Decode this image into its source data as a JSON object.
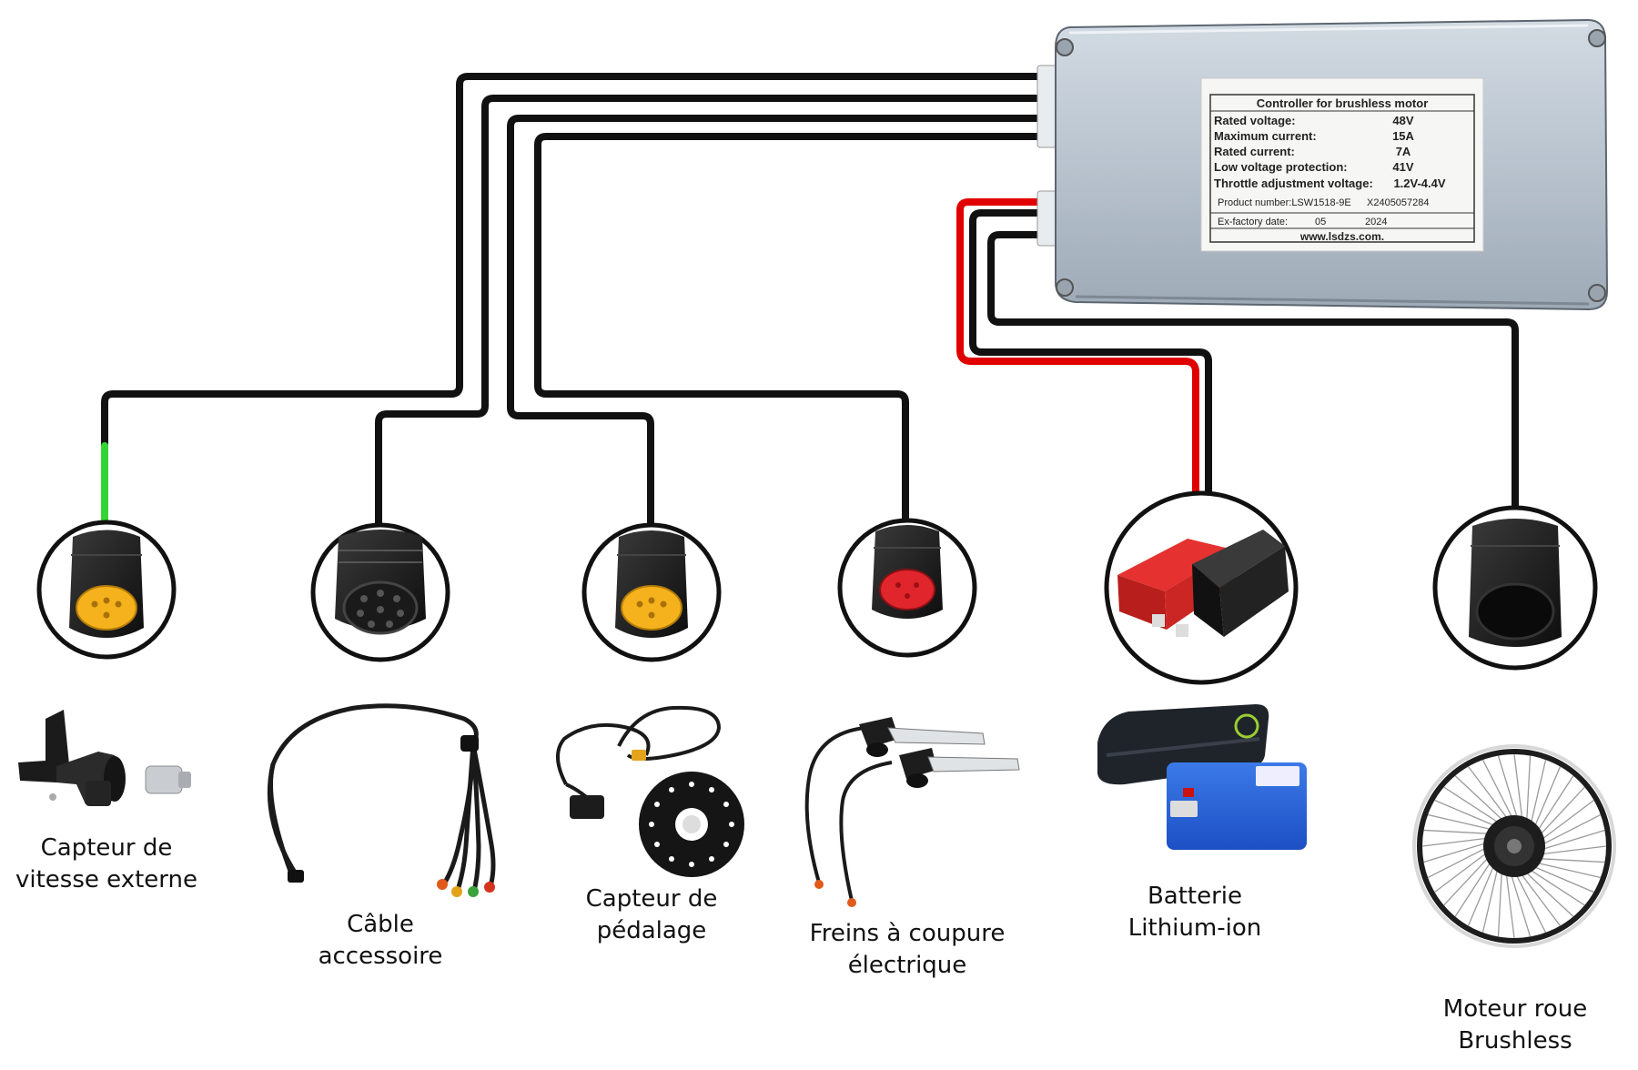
{
  "controller": {
    "label_title": "Controller for brushless motor",
    "rows": [
      {
        "name": "Rated voltage:",
        "value": "48V"
      },
      {
        "name": "Maximum current:",
        "value": "15A"
      },
      {
        "name": "Rated current:",
        "value": "7A"
      },
      {
        "name": "Low voltage protection:",
        "value": "41V"
      },
      {
        "name": "Throttle adjustment voltage:",
        "value": "1.2V-4.4V"
      }
    ],
    "product_number": "Product number:LSW1518-9E",
    "serial": "X2405057284",
    "exfactory_label": "Ex-factory date:",
    "exfactory_month": "05",
    "exfactory_year": "2024",
    "website": "www.lsdzs.com."
  },
  "components": [
    {
      "id": "speed",
      "label_lines": [
        "Capteur de",
        "vitesse externe"
      ],
      "accent_color": "#35d435"
    },
    {
      "id": "accessory",
      "label_lines": [
        "Câble",
        "accessoire"
      ]
    },
    {
      "id": "pedal",
      "label_lines": [
        "Capteur de",
        "pédalage"
      ]
    },
    {
      "id": "brakes",
      "label_lines": [
        "Freins à coupure",
        "électrique"
      ]
    },
    {
      "id": "battery",
      "label_lines": [
        "Batterie",
        "Lithium-ion"
      ],
      "accent_color": "#e00000"
    },
    {
      "id": "motor",
      "label_lines": [
        "Moteur roue",
        "Brushless"
      ]
    }
  ],
  "colors": {
    "wire": "#111111",
    "wire_red": "#e00000",
    "wire_green": "#35d435",
    "connector_yellow": "#f5b21c",
    "connector_red": "#e0262c",
    "controller_body": "#b9c4cf"
  }
}
